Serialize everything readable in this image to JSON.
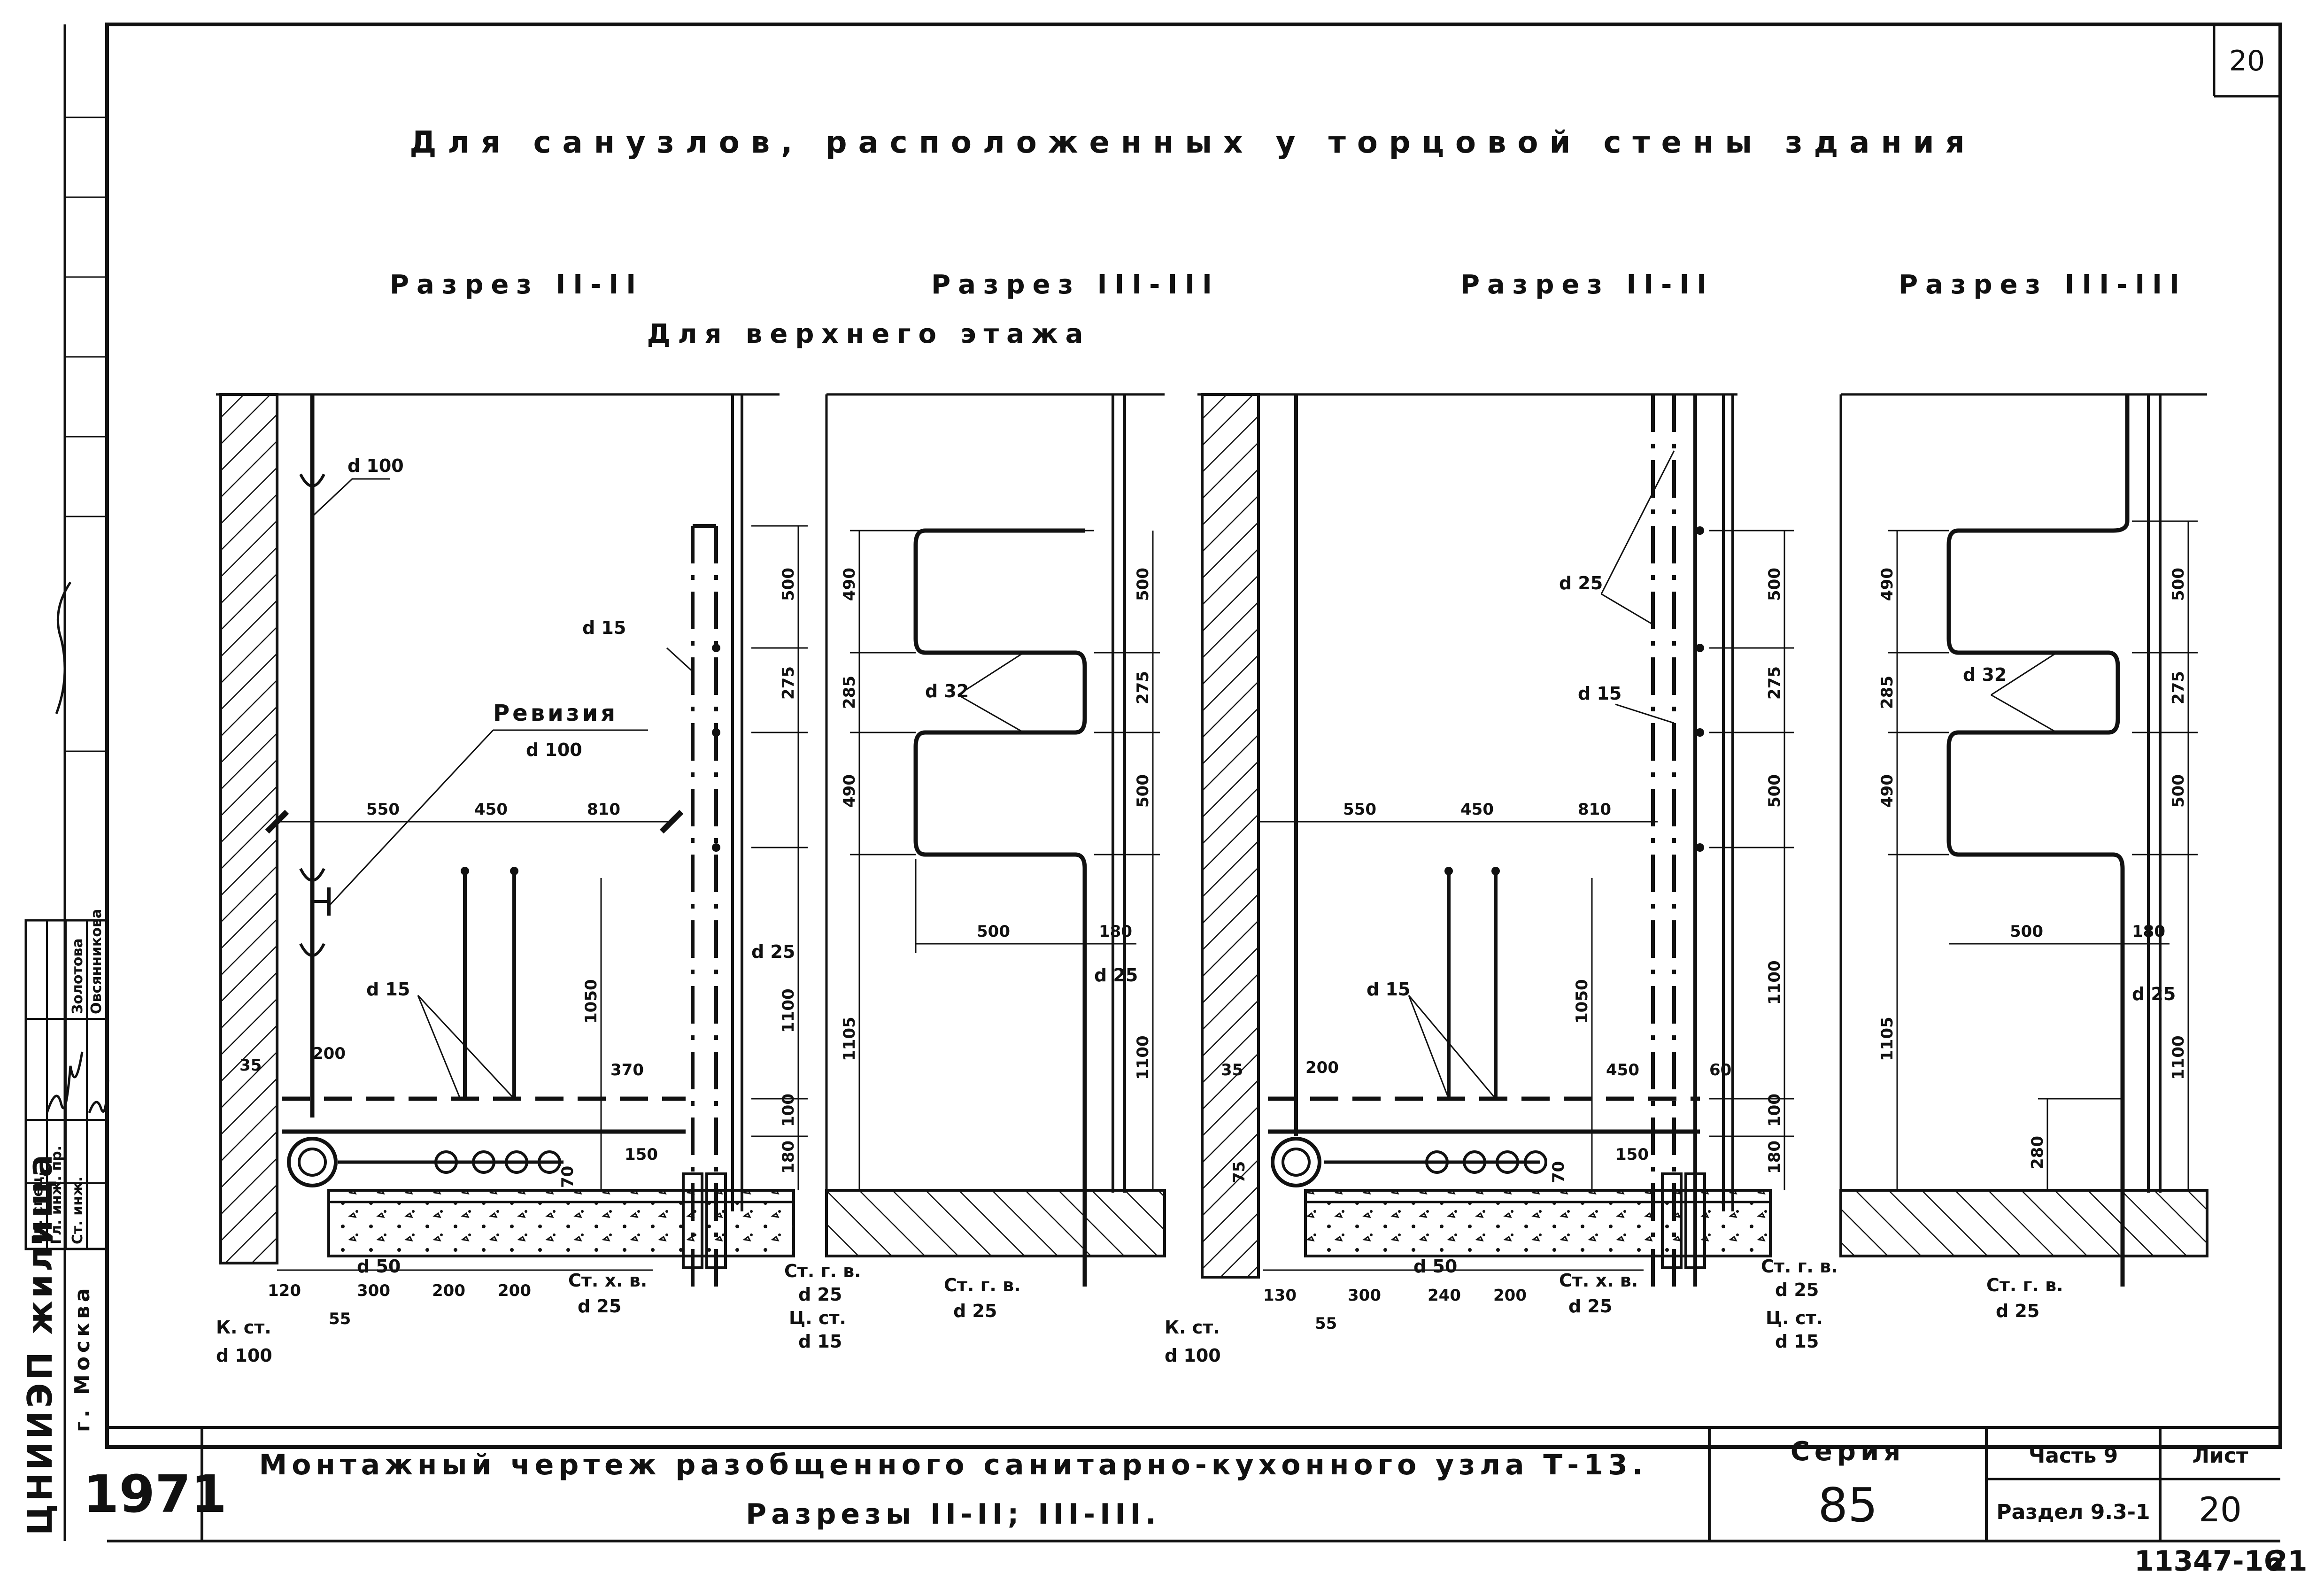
{
  "sheet_number_corner": "20",
  "main_title": "Для санузлов, расположенных у торцовой стены здания",
  "subtitle_top_floor": "Для верхнего этажа",
  "section_titles": [
    "Разрез II-II",
    "Разрез III-III",
    "Разрез II-II",
    "Разрез III-III"
  ],
  "annotations": {
    "revision": "Ревизия",
    "revision_d": "d 100",
    "d100": "d 100",
    "d15": "d 15",
    "d25": "d 25",
    "d32": "d 32",
    "d50": "d 50",
    "k_st": "К. ст.",
    "st_g_v": "Ст. г. в.",
    "st_h_v": "Ст. х. в.",
    "c_st": "Ц. ст."
  },
  "dimensions": {
    "left": [
      "550",
      "450",
      "810",
      "35",
      "200",
      "370",
      "1050",
      "1100",
      "100",
      "180",
      "150",
      "70",
      "300",
      "200",
      "200",
      "120",
      "55",
      "500",
      "275"
    ],
    "s2": [
      "490",
      "285",
      "490",
      "500",
      "275",
      "500",
      "500",
      "180",
      "1105",
      "1100"
    ],
    "s3": [
      "550",
      "450",
      "810",
      "35",
      "200",
      "450",
      "60",
      "1050",
      "1100",
      "100",
      "180",
      "150",
      "70",
      "75",
      "300",
      "240",
      "200",
      "130",
      "55",
      "500",
      "275",
      "500"
    ],
    "s4": [
      "490",
      "285",
      "490",
      "500",
      "275",
      "500",
      "500",
      "180",
      "1105",
      "1100",
      "280"
    ]
  },
  "title_block": {
    "year": "1971",
    "title_line1": "Монтажный чертеж разобщенного санитарно-кухонного узла Т-13.",
    "title_line2": "Разрезы II-II; III-III.",
    "series_label": "Серия",
    "series_value": "85",
    "part": "Часть 9",
    "section": "Раздел 9.3-1",
    "sheet_label": "Лист",
    "sheet_value": "20"
  },
  "sidebar": {
    "org": "ЦНИИЭП жилища",
    "city": "г. Москва",
    "roles": [
      "Гл. спец.",
      "Гл. инж. пр.",
      "Ст. инж."
    ],
    "names": [
      "Золотова",
      "Овсянникова"
    ]
  },
  "stamp_number": "11347-16",
  "stamp_suffix": "21"
}
